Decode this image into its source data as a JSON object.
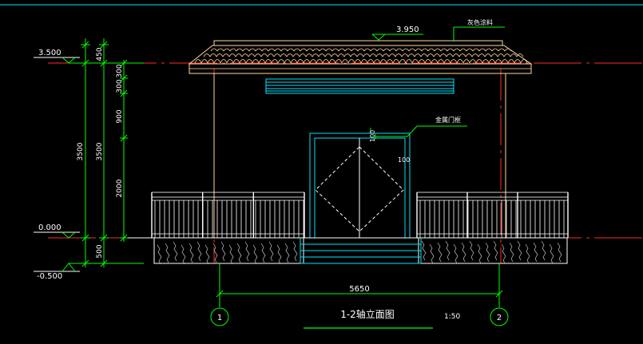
{
  "colors": {
    "background": "#000000",
    "cyan": "#00e5ff",
    "green": "#00ff00",
    "red": "#ff2a2a",
    "white": "#ffffff",
    "yellow": "#ffff66",
    "peach": "#ffd9a0",
    "gray": "#c8c8c8"
  },
  "levels": {
    "top_roof": "3.950",
    "eave": "3.500",
    "ground": "0.000",
    "foundation": "-0.500"
  },
  "dims_outer": {
    "d450": "450",
    "d3500": "3500",
    "d500": "500"
  },
  "dims_inner": {
    "d300a": "300",
    "d300b": "300",
    "d900": "900",
    "d3500": "3500",
    "d2000": "2000"
  },
  "annotations": {
    "roof_paint": "灰色涂料",
    "door_frame": "金属门框",
    "d100_top": "100",
    "d100_side": "100"
  },
  "width_dim": "5650",
  "axes": {
    "left": "1",
    "right": "2"
  },
  "title": {
    "name": "1-2轴立面图",
    "scale": "1:50"
  }
}
